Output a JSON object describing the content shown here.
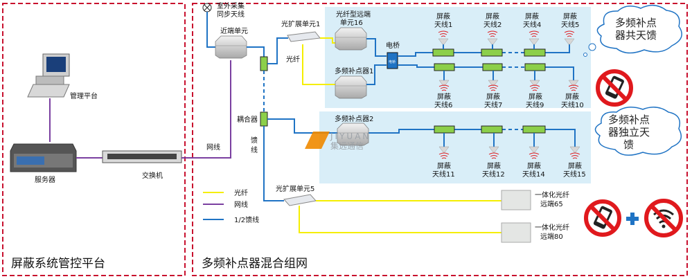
{
  "colors": {
    "frame": "#c8102e",
    "fiber": "#f5ee00",
    "network": "#7a3fa0",
    "feeder": "#1f73c4",
    "panel": "#d9eef8",
    "coupler": "#8ccf4a",
    "prohibit": "#e0191d"
  },
  "left_section": {
    "title": "屏蔽系统管控平台",
    "management": "管理平台",
    "server": "服务器",
    "switch": "交换机"
  },
  "right_section": {
    "title": "多频补点器混合组网"
  },
  "network_line_label": "网线",
  "sync_antenna": {
    "line1": "室外采集",
    "line2": "同步天线"
  },
  "near_unit": "近端单元",
  "coupler": "耦合器",
  "feeder_label": {
    "line1": "馈",
    "line2": "线"
  },
  "fiber_label": "光纤",
  "ext_unit_1": "光扩展单元1",
  "ext_unit_5": "光扩展单元5",
  "fiber_remote_16": {
    "line1": "光纤型远端",
    "line2": "单元16"
  },
  "repeater_1": "多频补点器1",
  "repeater_2": "多频补点器2",
  "bridge": {
    "label": "电桥",
    "box_text": "电桥"
  },
  "antennas_top": [
    {
      "l1": "屏蔽",
      "l2": "天线1"
    },
    {
      "l1": "屏蔽",
      "l2": "天线2"
    },
    {
      "l1": "屏蔽",
      "l2": "天线4"
    },
    {
      "l1": "屏蔽",
      "l2": "天线5"
    }
  ],
  "antennas_bottom": [
    {
      "l1": "屏蔽",
      "l2": "天线6"
    },
    {
      "l1": "屏蔽",
      "l2": "天线7"
    },
    {
      "l1": "屏蔽",
      "l2": "天线9"
    },
    {
      "l1": "屏蔽",
      "l2": "天线10"
    }
  ],
  "antennas_group2": [
    {
      "l1": "屏蔽",
      "l2": "天线11"
    },
    {
      "l1": "屏蔽",
      "l2": "天线12"
    },
    {
      "l1": "屏蔽",
      "l2": "天线14"
    },
    {
      "l1": "屏蔽",
      "l2": "天线15"
    }
  ],
  "integrated_remotes": [
    {
      "l1": "一体化光纤",
      "l2": "远端65"
    },
    {
      "l1": "一体化光纤",
      "l2": "远端80"
    }
  ],
  "cloud_1": {
    "l1": "多频补点",
    "l2": "器共天馈"
  },
  "cloud_2": {
    "l1": "多频补点",
    "l2": "器独立天",
    "l3": "馈"
  },
  "legend": [
    {
      "label": "光纤",
      "color": "#f5ee00"
    },
    {
      "label": "网线",
      "color": "#7a3fa0"
    },
    {
      "label": "1/2馈线",
      "color": "#1f73c4"
    }
  ],
  "watermark": {
    "latin": "JIYUAN",
    "chinese": "集远通信"
  },
  "icons": [
    "no-phone-icon",
    "plus-icon",
    "no-wifi-icon"
  ]
}
